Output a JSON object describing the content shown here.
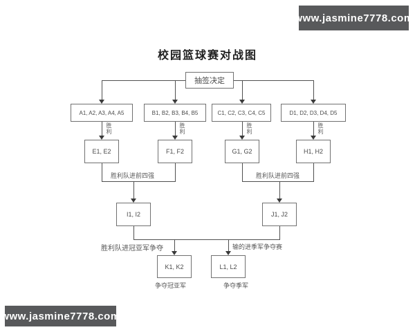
{
  "title": "校园篮球赛对战图",
  "watermarks": {
    "top_right": "www.jasmine7778.com",
    "bottom_left": "www.jasmine7778.com"
  },
  "colors": {
    "watermark_bg": "#58595b",
    "watermark_fg": "#ffffff",
    "box_border": "#707070",
    "connector": "#4f4f4f"
  },
  "flowchart": {
    "root": "抽签决定",
    "group_boxes": [
      "A1, A2, A3, A4, A5",
      "B1, B2, B3, B4, B5",
      "C1, C2, C3, C4, C5",
      "D1, D2, D3, D4, D5"
    ],
    "win_label": "胜利",
    "winner_boxes": [
      "E1, E2",
      "F1, F2",
      "G1, G2",
      "H1, H2"
    ],
    "advance_left": "胜利队进前四强",
    "advance_right": "胜利队进前四强",
    "semifinal_boxes": [
      "I1, I2",
      "J1, J2"
    ],
    "final_left_label": "胜利队进冠亚军争夺",
    "final_right_label": "输的进季军争夺赛",
    "final_boxes": [
      "K1, K2",
      "L1, L2"
    ],
    "caption_left": "争夺冠亚军",
    "caption_right": "争夺季军"
  }
}
